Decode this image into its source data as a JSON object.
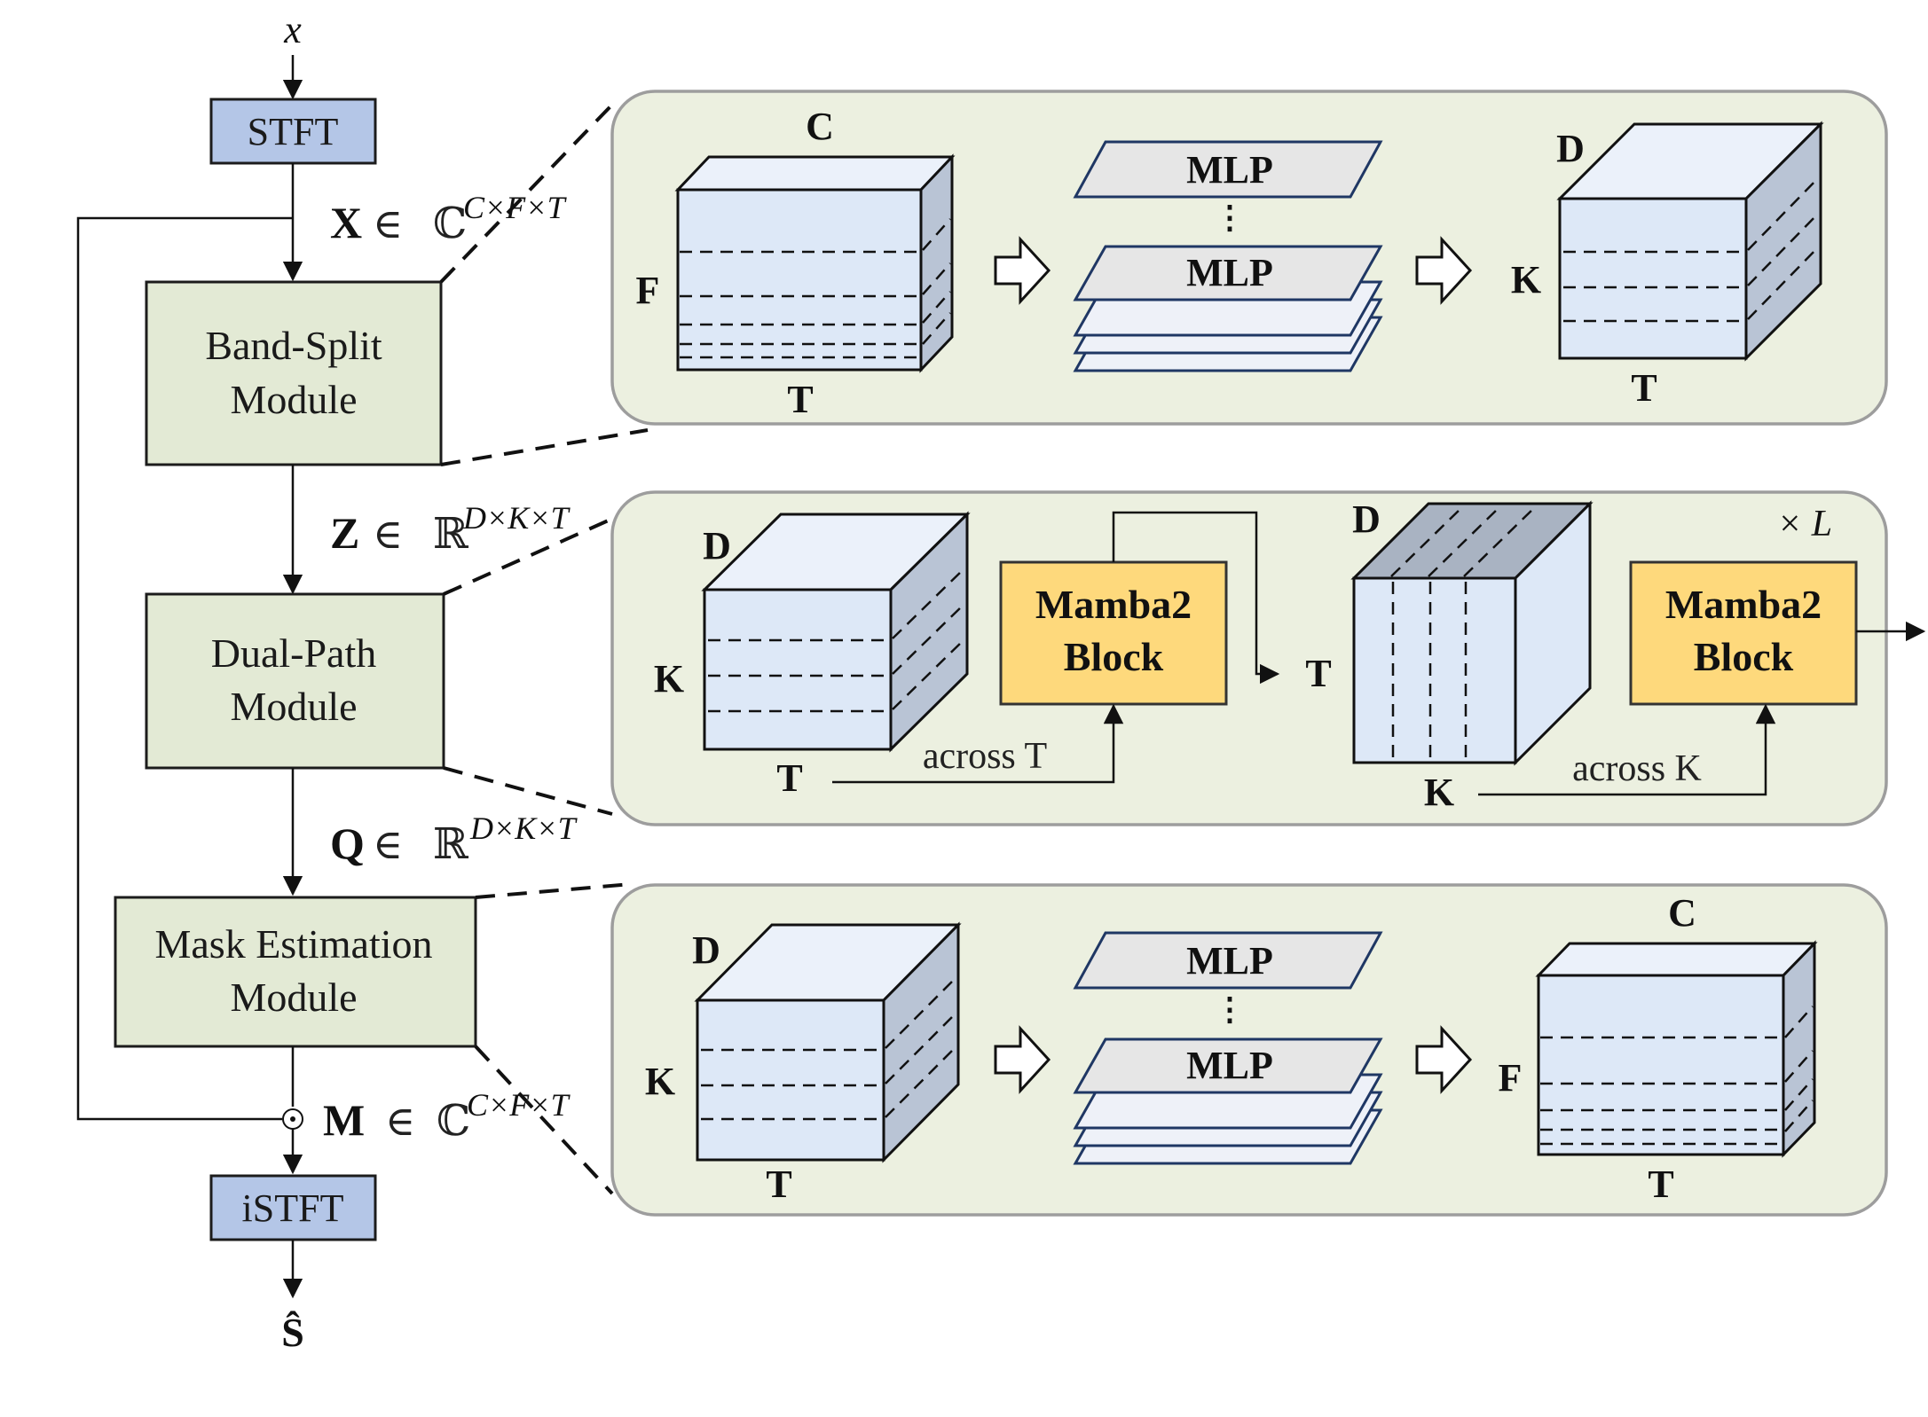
{
  "input": "x",
  "output": "Ŝ",
  "stft": "STFT",
  "istft": "iSTFT",
  "modules": {
    "band_split": [
      "Band-Split",
      "Module"
    ],
    "dual_path": [
      "Dual-Path",
      "Module"
    ],
    "mask_estimation": [
      "Mask Estimation",
      "Module"
    ]
  },
  "vars": {
    "x_sym": "X",
    "x_set": "ℂ",
    "x_sup": "C×F×T",
    "z_sym": "Z",
    "z_set": "ℝ",
    "z_sup": "D×K×T",
    "q_sym": "Q",
    "q_set": "ℝ",
    "q_sup": "D×K×T",
    "m_sym": "M",
    "m_set": "ℂ",
    "m_sup": "C×F×T",
    "in": "∈"
  },
  "hadamard": "⊙",
  "panel1": {
    "cube_in": {
      "top": "C",
      "left": "F",
      "bottom": "T"
    },
    "mlp": "MLP",
    "dots": "⋮",
    "cube_out": {
      "top": "D",
      "left": "K",
      "bottom": "T"
    }
  },
  "panel2": {
    "cube1": {
      "top": "D",
      "left": "K",
      "bottom": "T"
    },
    "mamba1": [
      "Mamba2",
      "Block"
    ],
    "across1": "across T",
    "cube2": {
      "top": "D",
      "left": "T",
      "bottom": "K"
    },
    "mamba2": [
      "Mamba2",
      "Block"
    ],
    "across2": "across K",
    "repeat": "× L"
  },
  "panel3": {
    "cube_in": {
      "top": "D",
      "left": "K",
      "bottom": "T"
    },
    "mlp": "MLP",
    "dots": "⋮",
    "cube_out": {
      "top": "C",
      "left": "F",
      "bottom": "T"
    }
  },
  "colors": {
    "blue_box": "#b4c6e7",
    "green_box": "#e3ead5",
    "yellow_box": "#fed97c",
    "cube_front": "#dde8f7",
    "cube_top": "#ebf1fa",
    "cube_side": "#b9c4d5",
    "panel_bg": "#ecf0e0"
  }
}
